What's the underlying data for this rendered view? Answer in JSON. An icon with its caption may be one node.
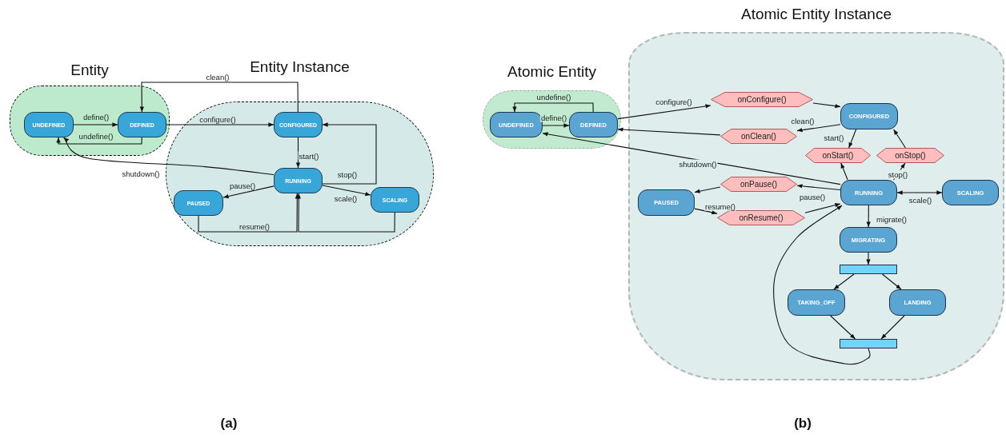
{
  "diagram": {
    "nodes": [
      {
        "text": [
          "Entity"
        ]
      },
      {
        "text": [
          "UNDEFINED"
        ],
        "in": 0
      },
      {
        "text": [
          "DEFINED"
        ],
        "in": 0
      },
      {
        "text": [
          "Entity Instance"
        ]
      },
      {
        "text": [
          "CONFIGURED"
        ],
        "in": 3
      },
      {
        "text": [
          "RUNNING"
        ],
        "in": 3
      },
      {
        "text": [
          "PAUSED"
        ],
        "in": 3
      },
      {
        "text": [
          "SCALING"
        ],
        "in": 3
      },
      {
        "text": [
          "Atomic Entity"
        ]
      },
      {
        "text": [
          "UNDEFINED"
        ],
        "in": 8
      },
      {
        "text": [
          "DEFINED"
        ],
        "in": 8
      },
      {
        "text": [
          "Atomic Entity Instance"
        ]
      },
      {
        "text": [
          "onConfigure()"
        ],
        "in": 11
      },
      {
        "text": [
          "CONFIGURED"
        ],
        "in": 11
      },
      {
        "text": [
          "onClean()"
        ],
        "in": 11
      },
      {
        "text": [
          "onStart()"
        ],
        "in": 11
      },
      {
        "text": [
          "onStop()"
        ],
        "in": 11
      },
      {
        "text": [
          "PAUSED"
        ],
        "in": 11
      },
      {
        "text": [
          "onPause()"
        ],
        "in": 11
      },
      {
        "text": [
          "RUNNING"
        ],
        "in": 11
      },
      {
        "text": [
          "SCALING"
        ],
        "in": 11
      },
      {
        "text": [
          "onResume()"
        ],
        "in": 11
      },
      {
        "text": [
          "MIGRATING"
        ],
        "in": 11
      },
      {
        "text": [],
        "shape": "bar",
        "in": 11
      },
      {
        "text": [
          "TAKING_OFF"
        ],
        "in": 11
      },
      {
        "text": [
          "LANDING"
        ],
        "in": 11
      },
      {
        "text": [],
        "shape": "bar",
        "in": 11
      }
    ],
    "edges": [
      {
        "from": 1,
        "to": 2,
        "arrow": "to",
        "label": "define()"
      },
      {
        "from": 2,
        "to": 1,
        "arrow": "to",
        "label": "undefine()"
      },
      {
        "from": 2,
        "to": 4,
        "arrow": "to",
        "label": "configure()"
      },
      {
        "from": 4,
        "to": 2,
        "arrow": "to",
        "label": "clean()"
      },
      {
        "from": 4,
        "to": 5,
        "arrow": "to",
        "label": "start()"
      },
      {
        "from": 5,
        "to": 1,
        "arrow": "to",
        "label": "shutdown()"
      },
      {
        "from": 5,
        "to": 4,
        "arrow": "to",
        "label": "stop()"
      },
      {
        "from": 5,
        "to": 6,
        "arrow": "to",
        "label": "pause()"
      },
      {
        "from": 5,
        "to": 7,
        "arrow": "to",
        "label": "scale()"
      },
      {
        "from": 6,
        "to": 5,
        "arrow": "to",
        "label": "resume()"
      },
      {
        "from": 7,
        "to": 5,
        "arrow": "to"
      },
      {
        "from": 9,
        "to": 10,
        "arrow": "to",
        "label": "define()"
      },
      {
        "from": 10,
        "to": 9,
        "arrow": "to",
        "label": "undefine()"
      },
      {
        "from": 10,
        "to": 12,
        "arrow": "to",
        "label": "configure()"
      },
      {
        "from": 12,
        "to": 13,
        "arrow": "to"
      },
      {
        "from": 13,
        "to": 14,
        "arrow": "to",
        "label": "clean()"
      },
      {
        "from": 14,
        "to": 10,
        "arrow": "to"
      },
      {
        "from": 13,
        "to": 15,
        "arrow": "to",
        "label": "start()"
      },
      {
        "from": 19,
        "to": 15,
        "arrow": "to"
      },
      {
        "from": 19,
        "to": 16,
        "arrow": "to",
        "label": "stop()"
      },
      {
        "from": 16,
        "to": 13,
        "arrow": "to"
      },
      {
        "from": 19,
        "to": 9,
        "arrow": "to",
        "label": "shutdown()"
      },
      {
        "from": 19,
        "to": 18,
        "arrow": "to",
        "label": "pause()"
      },
      {
        "from": 18,
        "to": 17,
        "arrow": "to"
      },
      {
        "from": 17,
        "to": 21,
        "arrow": "to",
        "label": "resume()"
      },
      {
        "from": 21,
        "to": 19,
        "arrow": "to"
      },
      {
        "from": 19,
        "to": 20,
        "arrow": "both",
        "label": "scale()"
      },
      {
        "from": 19,
        "to": 22,
        "arrow": "to",
        "label": "migrate()"
      },
      {
        "from": 22,
        "to": 23,
        "arrow": "to"
      },
      {
        "from": 23,
        "to": 24,
        "arrow": "to"
      },
      {
        "from": 23,
        "to": 25,
        "arrow": "to"
      },
      {
        "from": 24,
        "to": 26,
        "arrow": "to"
      },
      {
        "from": 25,
        "to": 26,
        "arrow": "to"
      },
      {
        "from": 26,
        "to": 19,
        "arrow": "to"
      }
    ],
    "labels": [
      "(a)",
      "(b)"
    ]
  }
}
